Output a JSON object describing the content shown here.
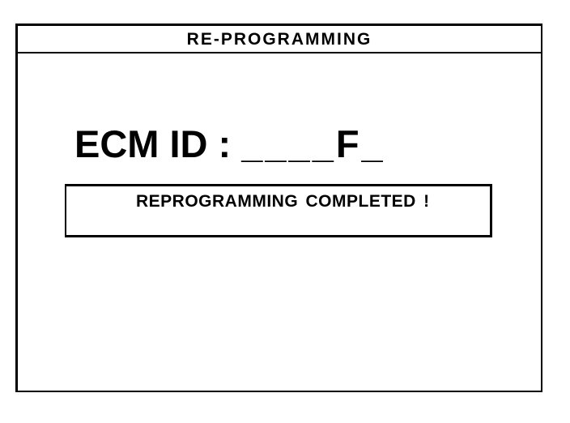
{
  "screen": {
    "title": "RE-PROGRAMMING",
    "ecm_id_label": "ECM ID :",
    "ecm_id_value": "____F_",
    "status_message": "REPROGRAMMING COMPLETED !"
  }
}
